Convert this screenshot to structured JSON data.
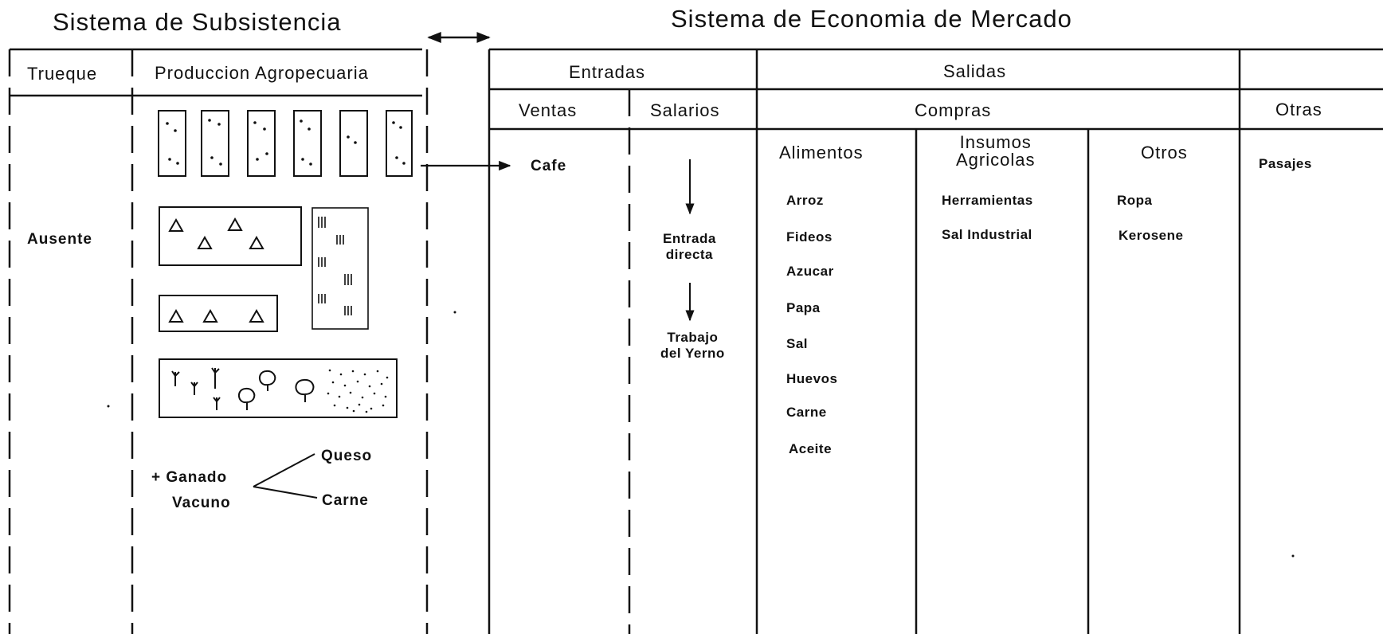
{
  "titles": {
    "subsistence": "Sistema de Subsistencia",
    "market": "Sistema de Economia de Mercado"
  },
  "subsistence": {
    "col_trueque": "Trueque",
    "col_produccion": "Produccion Agropecuaria",
    "trueque_value": "Ausente",
    "livestock": {
      "label_line1": "+ Ganado",
      "label_line2": "Vacuno",
      "product_1": "Queso",
      "product_2": "Carne"
    }
  },
  "market": {
    "entradas": "Entradas",
    "salidas": "Salidas",
    "ventas": "Ventas",
    "salarios": "Salarios",
    "compras": "Compras",
    "otras": "Otras",
    "ventas_item": "Cafe",
    "salarios_item_1": "Entrada\ndirecta",
    "salarios_item_2": "Trabajo\ndel Yerno",
    "alimentos_header": "Alimentos",
    "insumos_header": "Insumos\nAgricolas",
    "otros_header": "Otros",
    "otras_item": "Pasajes",
    "alimentos": [
      "Arroz",
      "Fideos",
      "Azucar",
      "Papa",
      "Sal",
      "Huevos",
      "Carne",
      "Aceite"
    ],
    "insumos": [
      "Herramientas",
      "Sal Industrial"
    ],
    "otros": [
      "Ropa",
      "Kerosene"
    ]
  }
}
